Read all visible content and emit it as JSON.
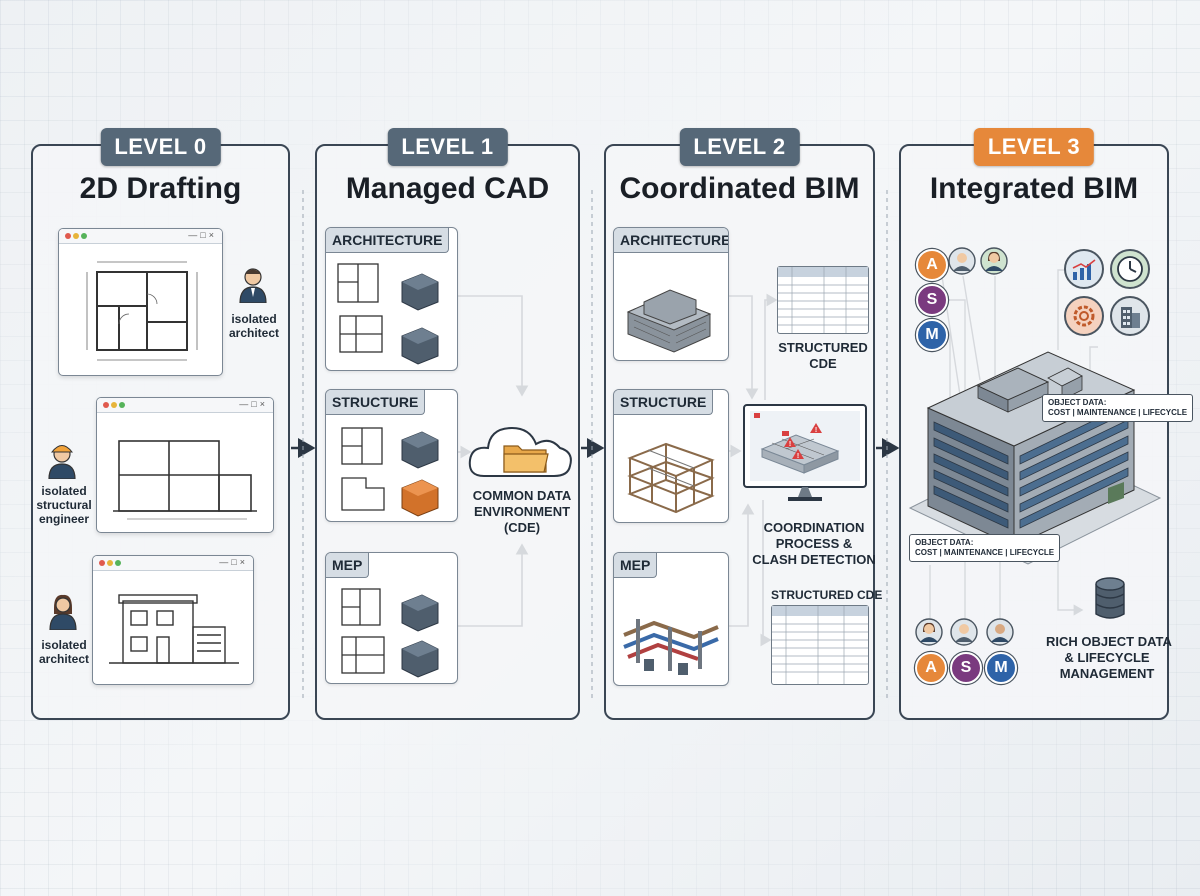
{
  "levels": [
    {
      "badge": "LEVEL 0",
      "title": "2D Drafting",
      "people": [
        {
          "label_1": "isolated",
          "label_2": "architect"
        },
        {
          "label_1": "isolated",
          "label_2": "structural",
          "label_3": "engineer"
        },
        {
          "label_1": "isolated",
          "label_2": "architect"
        }
      ]
    },
    {
      "badge": "LEVEL 1",
      "title": "Managed CAD",
      "cards": [
        "ARCHITECTURE",
        "STRUCTURE",
        "MEP"
      ],
      "cde": {
        "line_1": "COMMON DATA",
        "line_2": "ENVIRONMENT",
        "line_3": "(CDE)"
      }
    },
    {
      "badge": "LEVEL 2",
      "title": "Coordinated BIM",
      "cards": [
        "ARCHITECTURE",
        "STRUCTURE",
        "MEP"
      ],
      "structured_cde_top": {
        "line_1": "STRUCTURED",
        "line_2": "CDE"
      },
      "coordination": {
        "line_1": "COORDINATION",
        "line_2": "PROCESS &",
        "line_3": "CLASH DETECTION"
      },
      "structured_cde_bottom": "STRUCTURED CDE"
    },
    {
      "badge": "LEVEL 3",
      "title": "Integrated BIM",
      "letters": [
        "A",
        "S",
        "M"
      ],
      "object_data_title": "OBJECT DATA:",
      "object_data_fields": "COST | MAINTENANCE | LIFECYCLE",
      "rich_data": {
        "line_1": "RICH OBJECT DATA",
        "line_2": "& LIFECYCLE",
        "line_3": "MANAGEMENT"
      }
    }
  ],
  "colors": {
    "panel_border": "#3a4654",
    "badge_default": "#566878",
    "badge_level3": "#e6883a",
    "letter_A": "#e6883a",
    "letter_S": "#7a3a7f",
    "letter_M": "#2e63a8"
  },
  "icons": [
    "person-icon",
    "cloud-folder-icon",
    "monitor-icon",
    "clash-warning-icon",
    "chart-icon",
    "clock-icon",
    "gear-icon",
    "building-icon",
    "database-icon"
  ]
}
